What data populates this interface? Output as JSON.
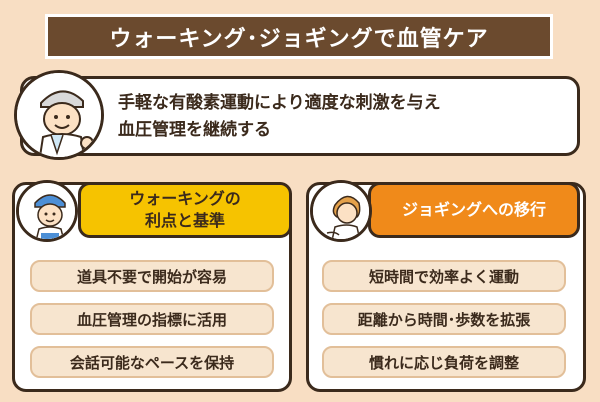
{
  "title": "ウォーキング･ジョギングで血管ケア",
  "intro": {
    "line1": "手軽な有酸素運動により適度な刺激を与え",
    "line2": "血圧管理を継続する"
  },
  "left_panel": {
    "header_line1": "ウォーキングの",
    "header_line2": "利点と基準",
    "items": [
      "道具不要で開始が容易",
      "血圧管理の指標に活用",
      "会話可能なペースを保持"
    ]
  },
  "right_panel": {
    "header": "ジョギングへの移行",
    "items": [
      "短時間で効率よく運動",
      "距離から時間･歩数を拡張",
      "慣れに応じ負荷を調整"
    ]
  },
  "colors": {
    "background": "#F8DEC3",
    "title_bg": "#6B4A2E",
    "left_header": "#F6C300",
    "right_header": "#F08A1A",
    "item_bg": "#F7E5CF"
  }
}
